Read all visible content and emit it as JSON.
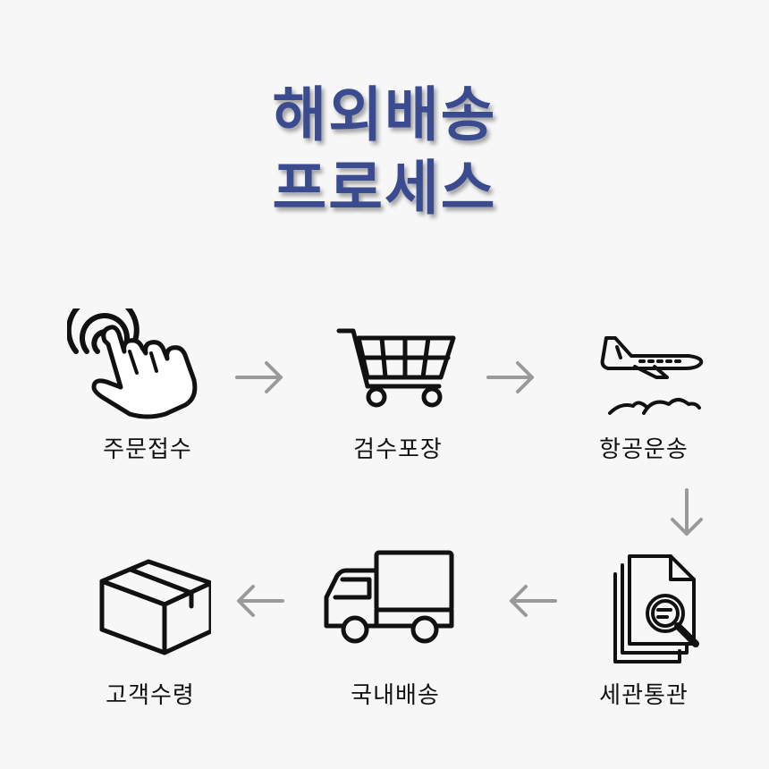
{
  "title": {
    "line1": "해외배송",
    "line2": "프로세스"
  },
  "steps": [
    {
      "label": "주문접수",
      "icon": "touch-hand-icon"
    },
    {
      "label": "검수포장",
      "icon": "shopping-cart-icon"
    },
    {
      "label": "항공운송",
      "icon": "airplane-icon"
    },
    {
      "label": "세관통관",
      "icon": "document-inspection-icon"
    },
    {
      "label": "국내배송",
      "icon": "delivery-truck-icon"
    },
    {
      "label": "고객수령",
      "icon": "package-box-icon"
    }
  ],
  "colors": {
    "title": "#3a4c8f",
    "arrow": "#9a9a9a",
    "icon": "#111111",
    "background": "#f7f7f7"
  }
}
